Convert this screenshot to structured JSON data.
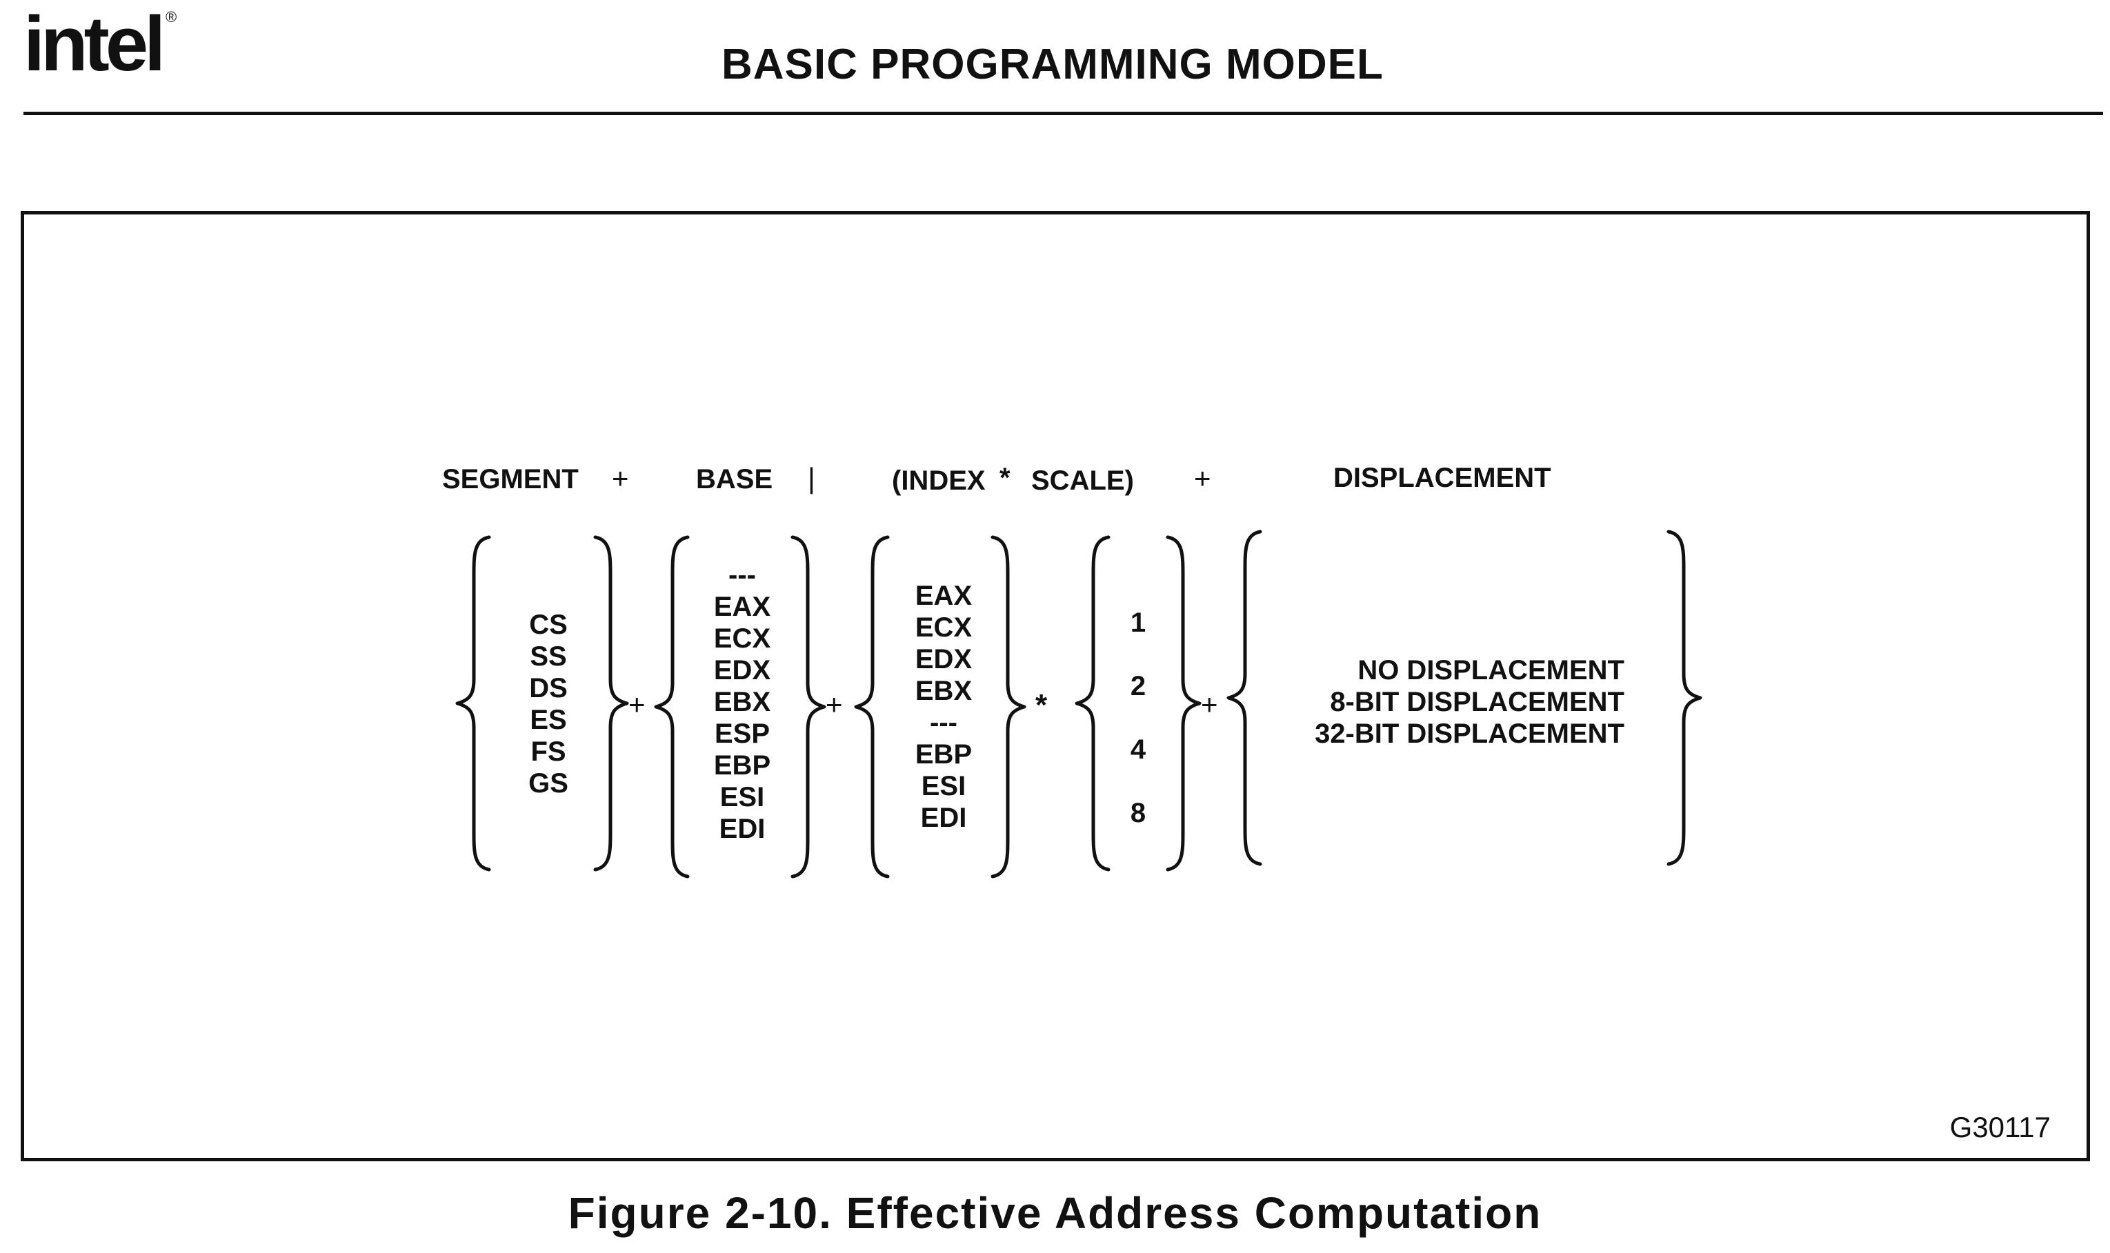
{
  "header": {
    "logo": "intel",
    "registered_mark": "®",
    "title": "BASIC PROGRAMMING MODEL"
  },
  "formula": {
    "segment_label": "SEGMENT",
    "plus1": "+",
    "base_label": "BASE",
    "plus2": "|",
    "index_scale_label_open": "(INDEX",
    "times": "*",
    "index_scale_label_close": "SCALE)",
    "plus3": "+",
    "displacement_label": "DISPLACEMENT"
  },
  "columns": {
    "segment": [
      "CS",
      "SS",
      "DS",
      "ES",
      "FS",
      "GS"
    ],
    "base": [
      "---",
      "EAX",
      "ECX",
      "EDX",
      "EBX",
      "ESP",
      "EBP",
      "ESI",
      "EDI"
    ],
    "index": [
      "EAX",
      "ECX",
      "EDX",
      "EBX",
      "---",
      "EBP",
      "ESI",
      "EDI"
    ],
    "scale": [
      "1",
      "2",
      "4",
      "8"
    ],
    "displacement": [
      "NO DISPLACEMENT",
      "8-BIT DISPLACEMENT",
      "32-BIT DISPLACEMENT"
    ]
  },
  "operators": {
    "seg_base": "+",
    "base_index": "+",
    "index_scale": "*",
    "scale_disp": "+"
  },
  "figure_id": "G30117",
  "caption": "Figure 2-10.  Effective Address Computation"
}
